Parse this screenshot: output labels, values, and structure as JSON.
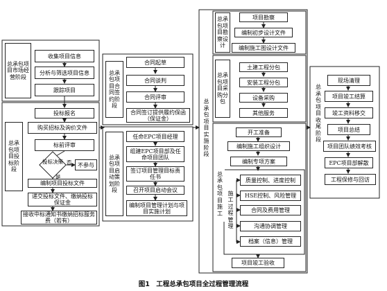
{
  "stage1": {
    "market_phase": "总承包项目市场经营阶段",
    "market_steps": [
      "收集项目信息",
      "分析与筛选项目信息",
      "跟踪项目"
    ],
    "bid_phase": "总承包项目投标阶段",
    "bid_steps": [
      "投标报名",
      "购买招标及询价文件",
      "标前评审"
    ],
    "decision": "投标决策",
    "yes": "是",
    "no": "否",
    "no_bid": "不参与",
    "bid_steps_after": [
      "编制项目投标文件",
      "递交投标文件、缴纳投标保证金",
      "接收中标通知书缴纳招标服务费（若有）"
    ]
  },
  "stage2": {
    "contract_phase": "总承包项目合同签约阶段",
    "contract_steps": [
      "合同起草",
      "合同谈判",
      "合同评审",
      "合同签订提供履约保函（保证金）"
    ],
    "startup_phase": "总承包项目启动策划阶段",
    "startup_steps": [
      "任命EPC项目经理",
      "组建EPC项目部及任命项目团队",
      "签订项目管理目标责任书",
      "召开项目启动会议",
      "编制项目管理计划与项目实施计划"
    ]
  },
  "stage3": {
    "outer_phase": "总承包项目实施阶段",
    "survey_phase": "总承包项目勘察设计",
    "survey_steps": [
      "项目勘察",
      "编制初步设计文件",
      "编制施工图设计文件"
    ],
    "procure_phase": "总承包项目采购分包",
    "procure_steps": [
      "土建工程分包",
      "安装工程分包",
      "设备采购",
      "其他服务"
    ],
    "construct_phase": "总承包项目施工",
    "construct_steps": [
      "开工准备",
      "编制施工组织设计",
      "编制专项方案"
    ],
    "process_label": "施工过程管理",
    "process_steps": [
      "质量控制、进度控制",
      "HSE控制、风险管理",
      "合同及费用管理",
      "沟通协调管理",
      "档案（信息）管理"
    ],
    "final_step": "项目竣工验收"
  },
  "stage4": {
    "close_phase": "总承包项目收尾阶段",
    "close_steps": [
      "现场清理",
      "项目竣工结算",
      "竣工资料移交",
      "项目总结",
      "项目团队绩效考核",
      "EPC项目部解散",
      "工程保修与回访"
    ]
  },
  "caption": "图1　工程总承包项目全过程管理流程"
}
